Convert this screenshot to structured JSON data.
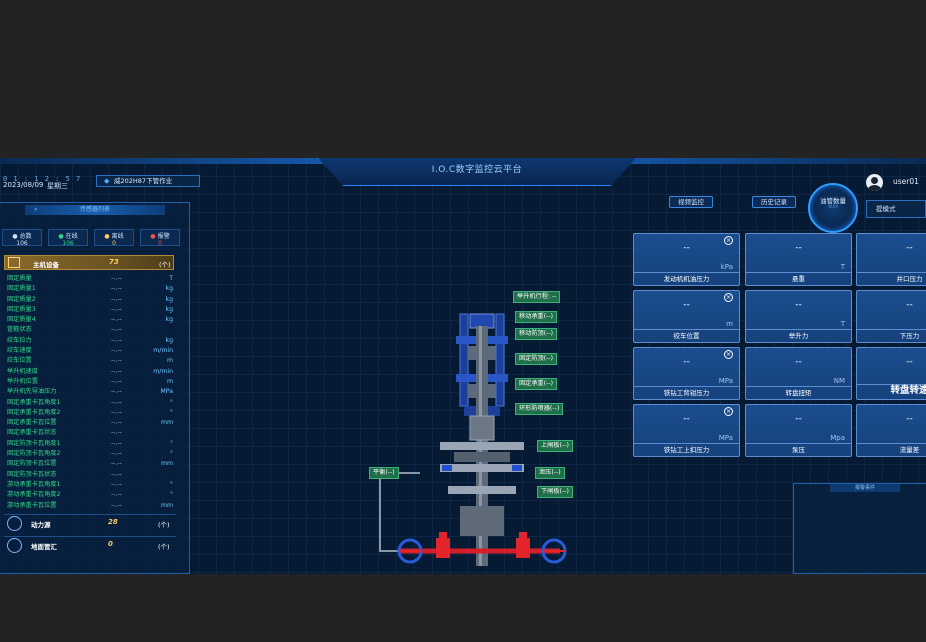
{
  "header": {
    "clock": "0 1 : 1 2 : 5 7",
    "date": "2023/08/09",
    "weekday": "星期三",
    "well_name": "威202H87下管作业",
    "title": "I.O.C数字监控云平台",
    "username": "user01"
  },
  "left_panel": {
    "sensor_tab": "传感器列表",
    "stats": [
      {
        "label": "总数",
        "value": "106",
        "color": "#cfe3ff"
      },
      {
        "label": "在线",
        "value": "106",
        "color": "#33d78a"
      },
      {
        "label": "离线",
        "value": "0",
        "color": "#ffcf5a"
      },
      {
        "label": "报警",
        "value": "0",
        "color": "#ff4d4d"
      }
    ],
    "main_device": {
      "label": "主机设备",
      "count": "73",
      "unit": "(个)"
    },
    "params": [
      {
        "name": "固定质量",
        "value": "--.--",
        "unit": "T"
      },
      {
        "name": "固定质量1",
        "value": "--.--",
        "unit": "kg"
      },
      {
        "name": "固定质量2",
        "value": "--.--",
        "unit": "kg"
      },
      {
        "name": "固定质量3",
        "value": "--.--",
        "unit": "kg"
      },
      {
        "name": "固定质量4",
        "value": "--.--",
        "unit": "kg"
      },
      {
        "name": "管箍状态",
        "value": "--.--",
        "unit": ""
      },
      {
        "name": "绞车拉力",
        "value": "--.--",
        "unit": "kg"
      },
      {
        "name": "绞车速度",
        "value": "--.--",
        "unit": "m/min"
      },
      {
        "name": "绞车位置",
        "value": "--.--",
        "unit": "m"
      },
      {
        "name": "举升机速度",
        "value": "--.--",
        "unit": "m/min"
      },
      {
        "name": "举升机位置",
        "value": "--.--",
        "unit": "m"
      },
      {
        "name": "举升机先导油压力",
        "value": "--.--",
        "unit": "MPa"
      },
      {
        "name": "固定承重卡瓦角度1",
        "value": "--.--",
        "unit": "°"
      },
      {
        "name": "固定承重卡瓦角度2",
        "value": "--.--",
        "unit": "°"
      },
      {
        "name": "固定承重卡瓦位置",
        "value": "--.--",
        "unit": "mm"
      },
      {
        "name": "固定承重卡瓦状态",
        "value": "--.--",
        "unit": ""
      },
      {
        "name": "固定防顶卡瓦角度1",
        "value": "--.--",
        "unit": "°"
      },
      {
        "name": "固定防顶卡瓦角度2",
        "value": "--.--",
        "unit": "°"
      },
      {
        "name": "固定防顶卡瓦位置",
        "value": "--.--",
        "unit": "mm"
      },
      {
        "name": "固定防顶卡瓦状态",
        "value": "--.--",
        "unit": ""
      },
      {
        "name": "游动承重卡瓦角度1",
        "value": "--.--",
        "unit": "°"
      },
      {
        "name": "游动承重卡瓦角度2",
        "value": "--.--",
        "unit": "°"
      },
      {
        "name": "游动承重卡瓦位置",
        "value": "--.--",
        "unit": "mm"
      }
    ],
    "categories": [
      {
        "label": "动力源",
        "count": "28",
        "unit": "(个)"
      },
      {
        "label": "地面管汇",
        "count": "0",
        "unit": "(个)"
      }
    ]
  },
  "schematic": {
    "tags": {
      "lifter_stroke": "举升机行程: --",
      "moving_load": "移动承重(--)",
      "moving_anti_top": "移动防顶(--)",
      "fixed_anti_top": "固定防顶(--)",
      "fixed_load": "固定承重(--)",
      "annular_bop": "环形防喷器(--)",
      "upper_ram": "上闸板(--)",
      "balance": "平衡(--)",
      "kill": "泄压(--)",
      "lower_ram": "下闸板(--)"
    }
  },
  "right_panel": {
    "video_button": "视频监控",
    "history_button": "历史记录",
    "ring_label": "油管数量",
    "ring_sub": "NUM",
    "mode": "提模式",
    "cards": [
      {
        "value": "--",
        "unit": "kPa",
        "name": "发动机机油压力",
        "closable": true
      },
      {
        "value": "--",
        "unit": "T",
        "name": "悬重",
        "closable": false
      },
      {
        "value": "--",
        "unit": "",
        "name": "井口压力",
        "closable": false
      },
      {
        "value": "--",
        "unit": "m",
        "name": "绞车位置",
        "closable": true
      },
      {
        "value": "--",
        "unit": "T",
        "name": "举升力",
        "closable": false
      },
      {
        "value": "--",
        "unit": "",
        "name": "下压力",
        "closable": false
      },
      {
        "value": "--",
        "unit": "MPa",
        "name": "铁钻工背钳压力",
        "closable": true
      },
      {
        "value": "--",
        "unit": "NM",
        "name": "转盘扭矩",
        "closable": false
      },
      {
        "value": "--",
        "unit": "",
        "name": "转盘转速",
        "closable": false
      },
      {
        "value": "--",
        "unit": "MPa",
        "name": "铁钻工上扣压力",
        "closable": true
      },
      {
        "value": "--",
        "unit": "Mpa",
        "name": "泵压",
        "closable": false
      },
      {
        "value": "--",
        "unit": "",
        "name": "流量差",
        "closable": false
      }
    ],
    "alarm_title": "报警事件"
  }
}
